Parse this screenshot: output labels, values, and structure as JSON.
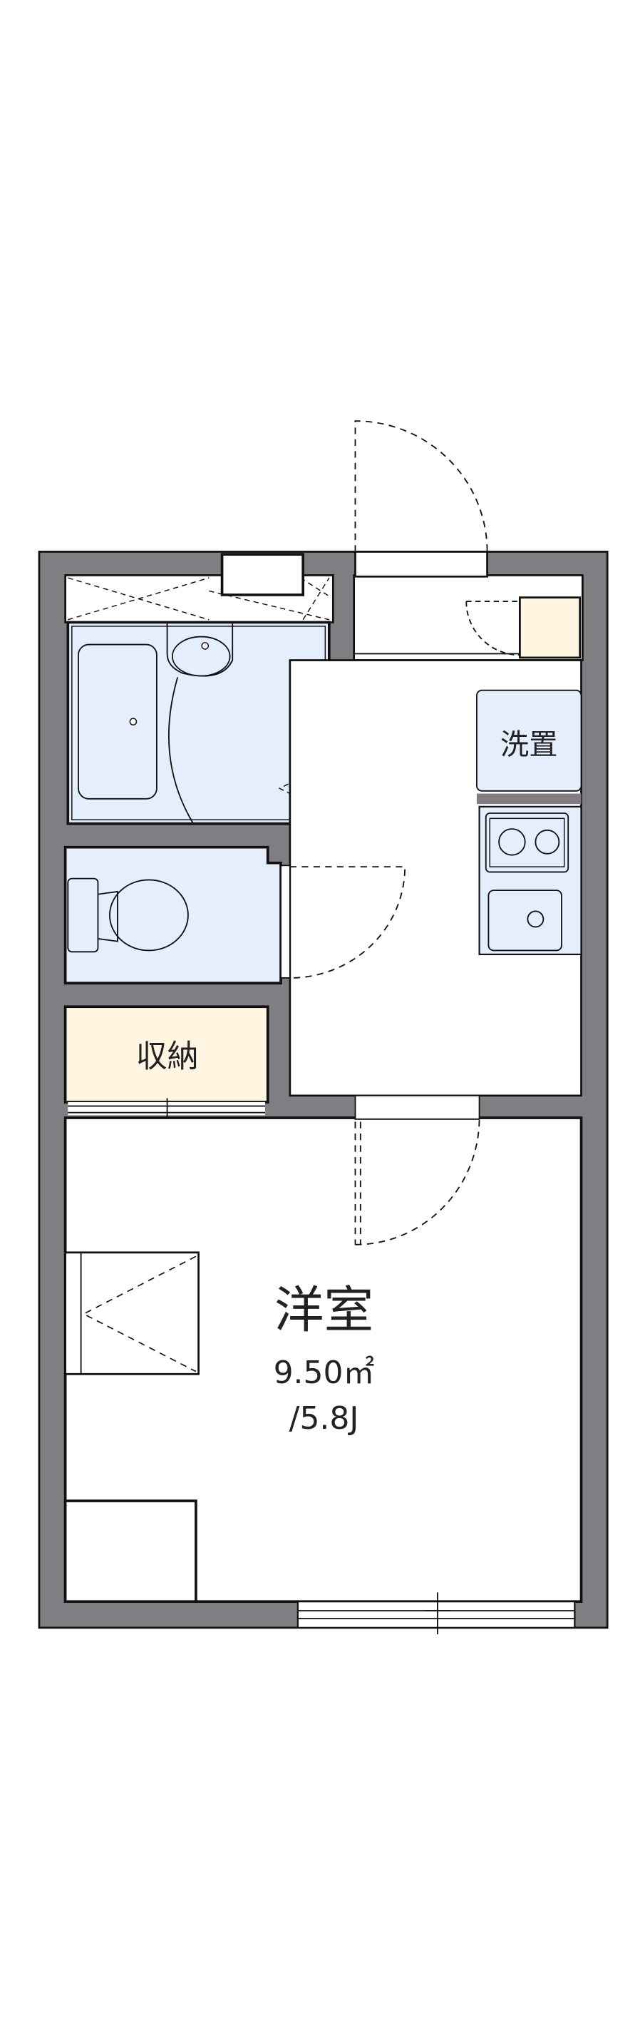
{
  "rooms": {
    "western_room": {
      "label": "洋室",
      "area": "9.50㎡",
      "tatami": "/5.8J"
    },
    "storage": {
      "label": "収納"
    },
    "washer": {
      "label": "洗置"
    }
  },
  "colors": {
    "wall": "#7f7f83",
    "wet_area": "#e4eefc",
    "storage": "#fff5e1",
    "line": "#111111"
  }
}
